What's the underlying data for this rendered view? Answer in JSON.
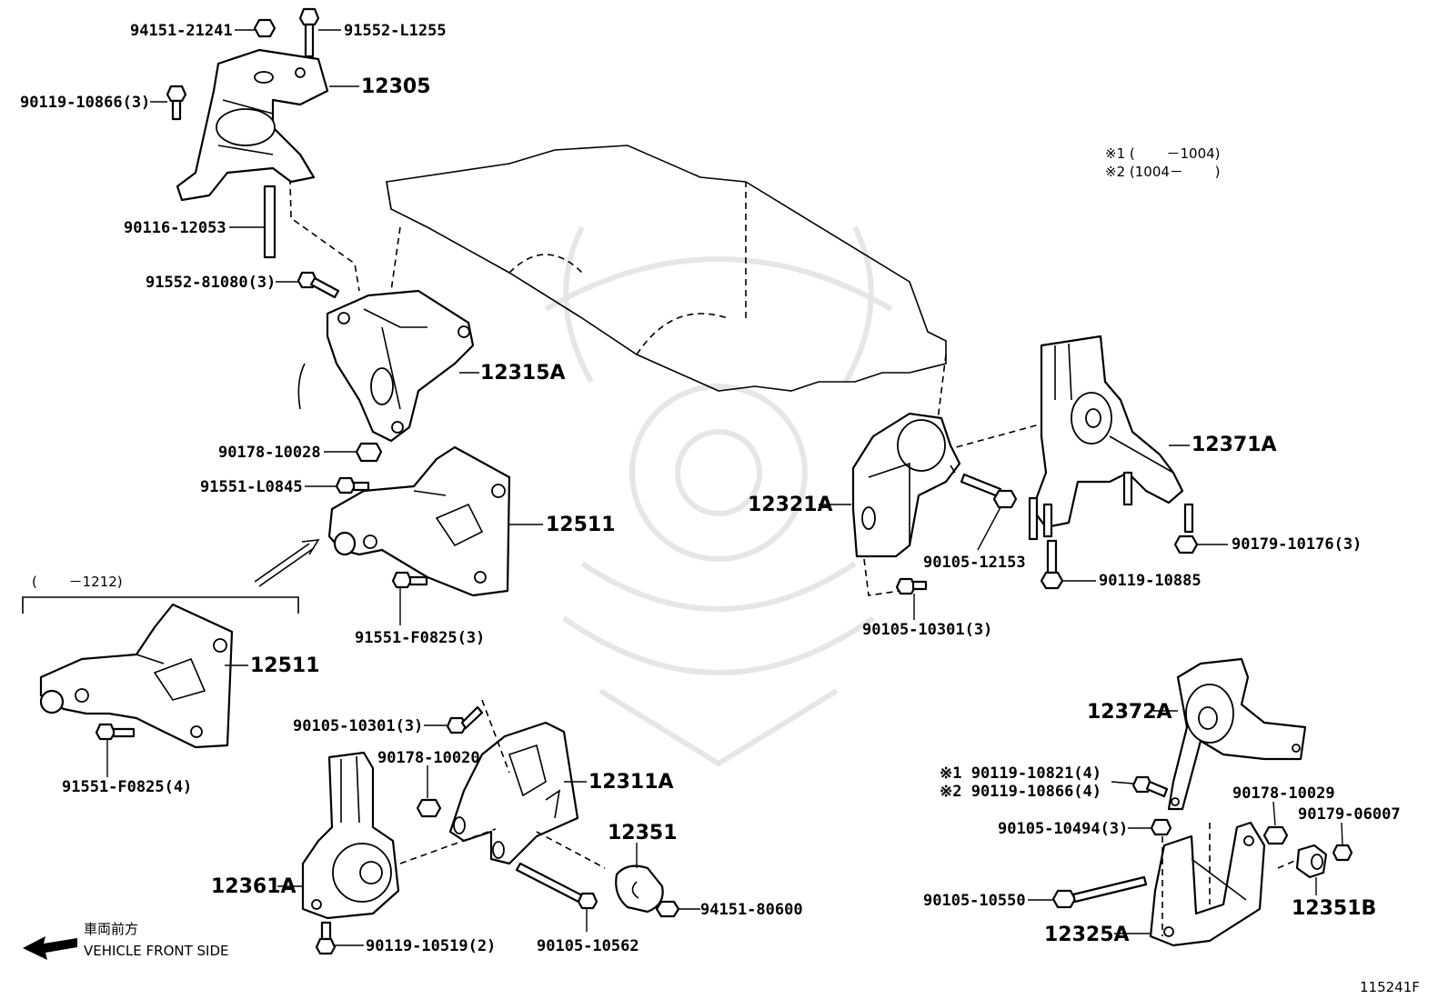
{
  "labels": {
    "p94151_21241": "94151-21241",
    "p91552_L1255": "91552-L1255",
    "p12305": "12305",
    "p90119_10866_3": "90119-10866(3)",
    "p90116_12053": "90116-12053",
    "p91552_81080_3": "91552-81080(3)",
    "p12315A": "12315A",
    "p90178_10028": "90178-10028",
    "p91551_L0845": "91551-L0845",
    "p12511_a": "12511",
    "p91551_F0825_3": "91551-F0825(3)",
    "range_1212": "(　　 －1212)",
    "p12511_b": "12511",
    "p91551_F0825_4": "91551-F0825(4)",
    "p90105_10301_3_a": "90105-10301(3)",
    "p90178_10020": "90178-10020",
    "p12311A": "12311A",
    "p12351": "12351",
    "p12361A": "12361A",
    "p94151_80600": "94151-80600",
    "p90119_10519_2": "90119-10519(2)",
    "p90105_10562": "90105-10562",
    "front_jp": "車両前方",
    "front_en": "VEHICLE FRONT SIDE",
    "note1": "※1 (　　 －1004)",
    "note2": "※2 (1004－　　 )",
    "p12371A": "12371A",
    "p12321A": "12321A",
    "p90105_12153": "90105-12153",
    "p90179_10176_3": "90179-10176(3)",
    "p90119_10885": "90119-10885",
    "p90105_10301_3_b": "90105-10301(3)",
    "p12372A": "12372A",
    "p90119_10821_4": "※1 90119-10821(4)",
    "p90119_10866_4": "※2 90119-10866(4)",
    "p90178_10029": "90178-10029",
    "p90179_06007": "90179-06007",
    "p90105_10494_3": "90105-10494(3)",
    "p90105_10550": "90105-10550",
    "p12351B": "12351B",
    "p12325A": "12325A",
    "diagram_id": "115241F"
  }
}
